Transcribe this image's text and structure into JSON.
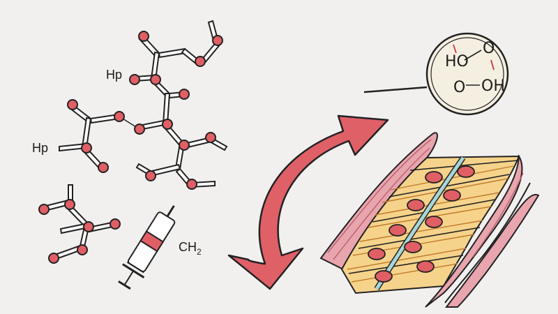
{
  "labels": {
    "hp_top": "Hp",
    "hp_left": "Hp",
    "syringe_label": "CH",
    "syringe_sub": "2"
  },
  "callout": {
    "text_1": "HO",
    "text_2": "O",
    "text_3": "O",
    "text_4": "OH"
  },
  "colors": {
    "background": "#f2f0ee",
    "atom_fill": "#e05f65",
    "arrow_fill": "#e06068",
    "tissue_pink": "#e9a5ae",
    "tissue_yellow": "#f6d38b",
    "seam_blue": "#a7d6d8",
    "ink": "#222222"
  },
  "icons": {
    "syringe": "syringe-icon",
    "arrow": "curved-double-arrow-icon",
    "magnifier": "magnifier-callout-icon"
  }
}
